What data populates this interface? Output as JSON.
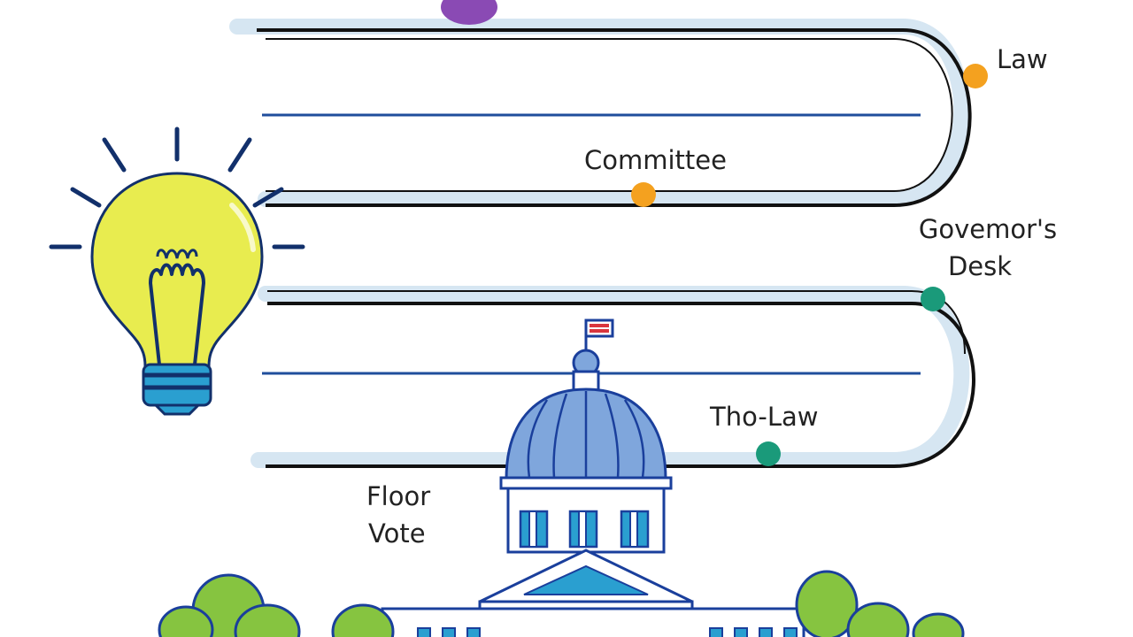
{
  "labels": {
    "law_top": "Law",
    "committee": "Committee",
    "governors_desk_line1": "Govemor's",
    "governors_desk_line2": "Desk",
    "the_law": "Tho-Law",
    "floor_vote_line1": "Floor",
    "floor_vote_line2": "Vote"
  },
  "colors": {
    "road_outline": "#111111",
    "road_highlight": "#d6e6f2",
    "lane_line": "#1f4e9c",
    "bulb_glass": "#e8ec4f",
    "bulb_base": "#2a9fd0",
    "bulb_ink": "#12306b",
    "dot_orange": "#f4a11f",
    "dot_teal": "#1a9a7a",
    "dot_purple": "#8a4ab4",
    "dome": "#7fa6dc",
    "building_line": "#1a3f9c",
    "tree_fill": "#86c440",
    "tree_outline": "#1a3f9c",
    "flag_red": "#d9363e"
  },
  "icons": [
    "lightbulb-icon",
    "capitol-building-icon",
    "flag-icon",
    "tree-icon"
  ]
}
